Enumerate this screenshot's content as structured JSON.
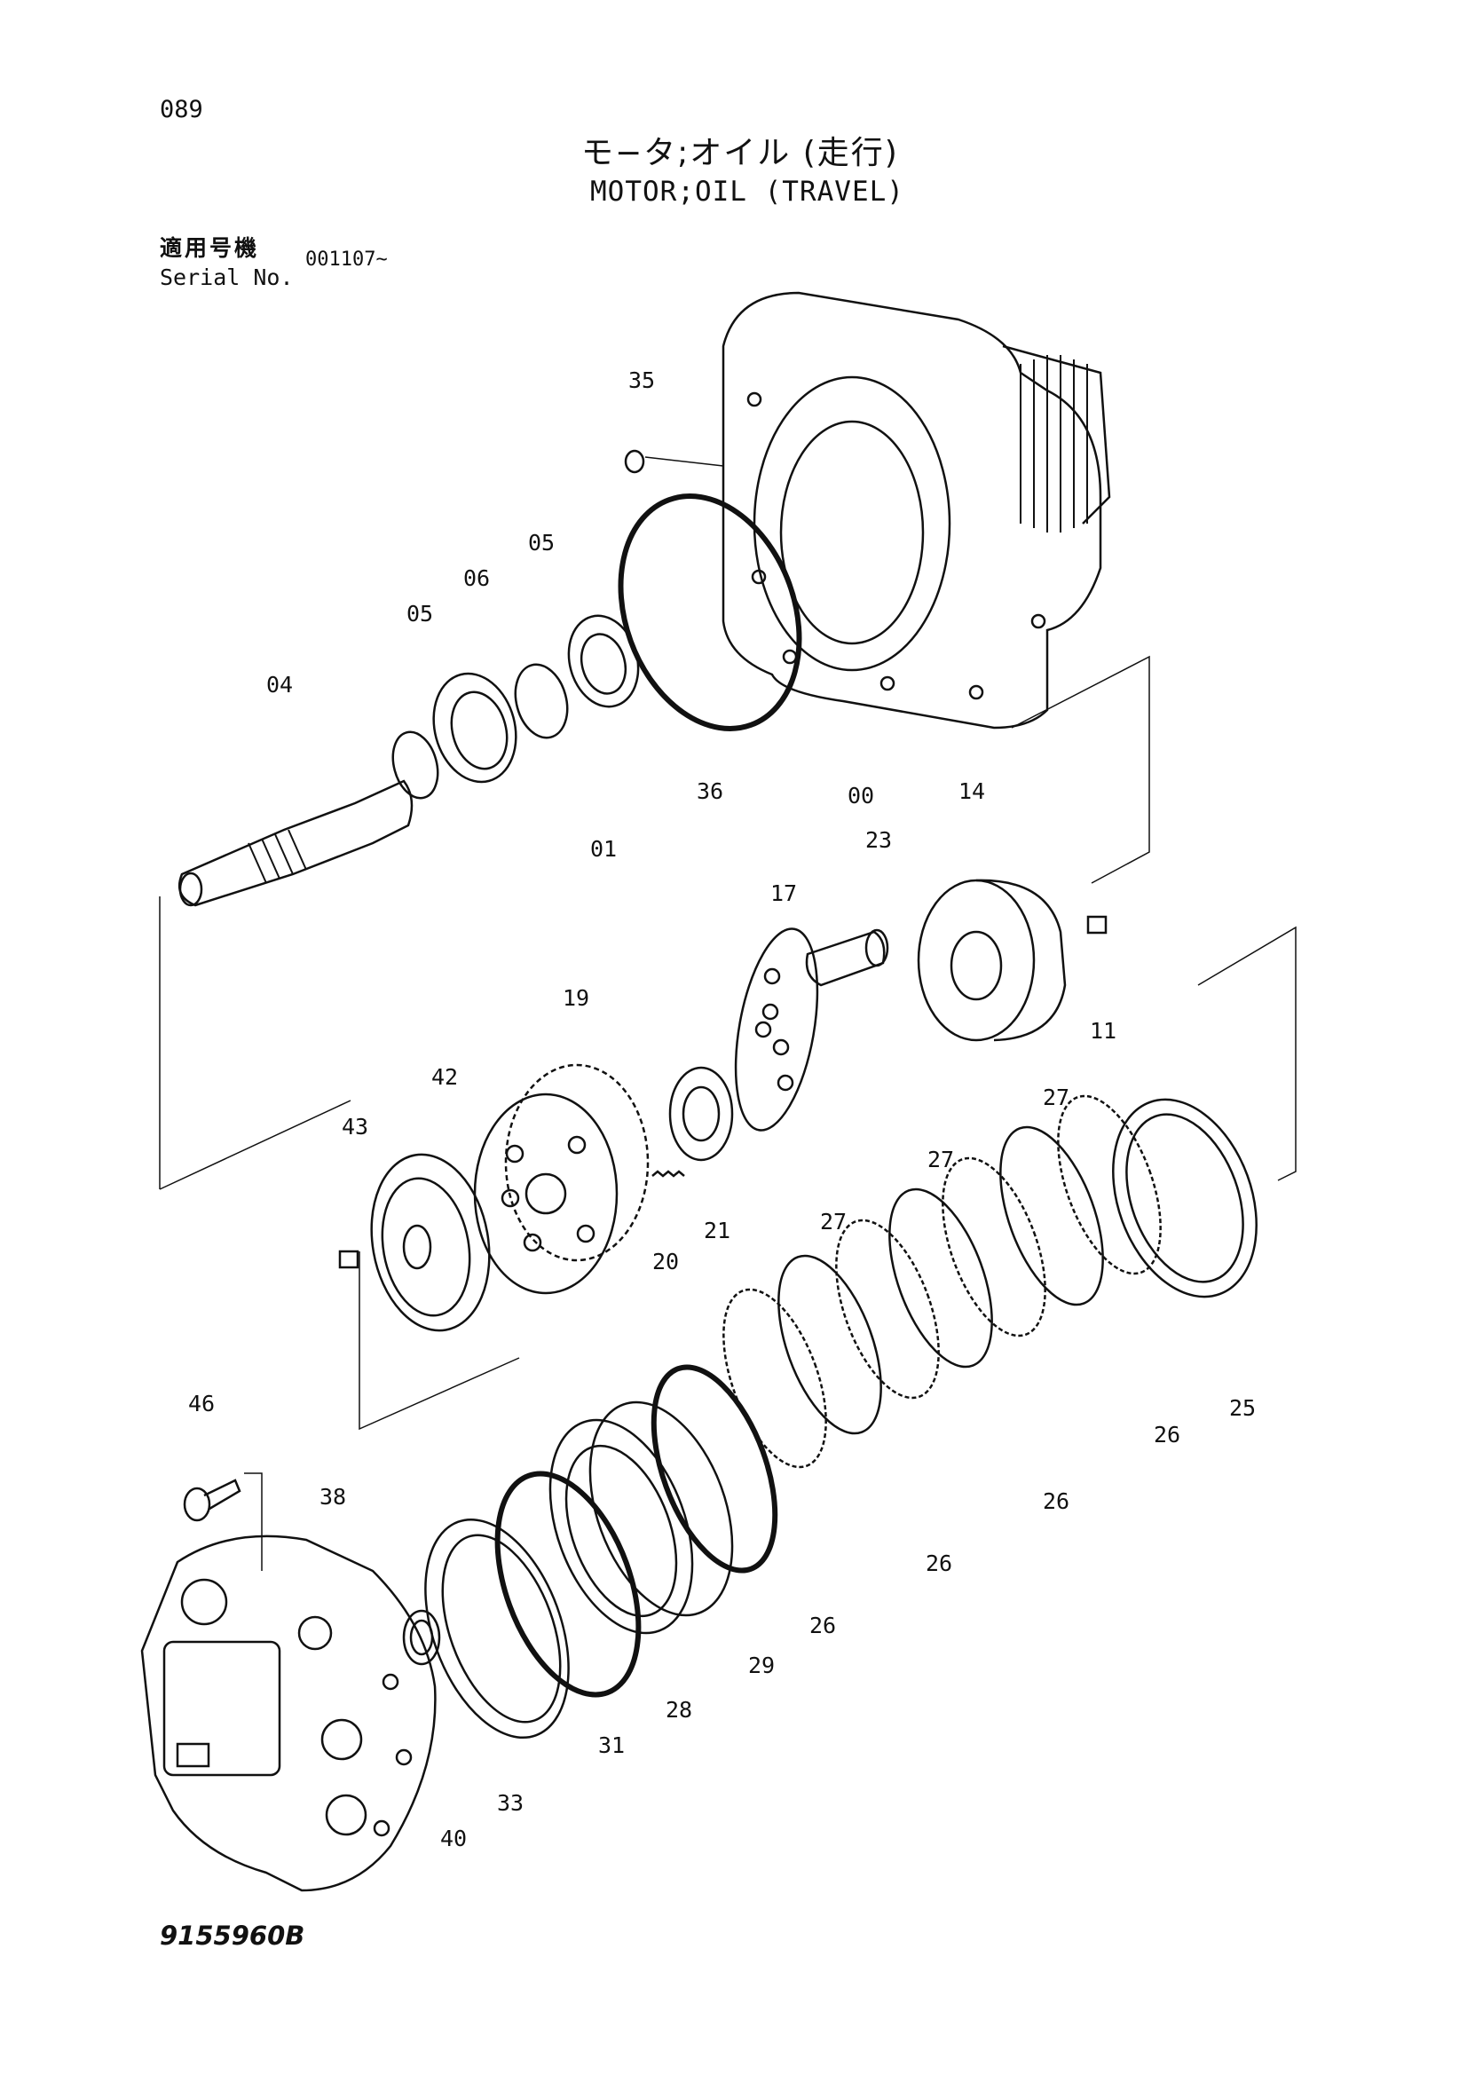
{
  "header": {
    "page_number": "089",
    "title_jp": "モ−タ;オイル (走行)",
    "title_en": "MOTOR;OIL (TRAVEL)",
    "serial_label_jp": "適用号機",
    "serial_label_en": "Serial No.",
    "serial_value": "001107~"
  },
  "footer": {
    "document_code": "9155960B"
  },
  "callouts": {
    "p35": "35",
    "p05a": "05",
    "p06": "06",
    "p05b": "05",
    "p04": "04",
    "p36": "36",
    "p00": "00",
    "p01": "01",
    "p14": "14",
    "p23": "23",
    "p17": "17",
    "p11": "11",
    "p19": "19",
    "p42": "42",
    "p43": "43",
    "p21": "21",
    "p20": "20",
    "p27a": "27",
    "p27b": "27",
    "p27c": "27",
    "p25": "25",
    "p26a": "26",
    "p26b": "26",
    "p26c": "26",
    "p26d": "26",
    "p46": "46",
    "p38": "38",
    "p29": "29",
    "p28": "28",
    "p31": "31",
    "p33": "33",
    "p40": "40"
  }
}
